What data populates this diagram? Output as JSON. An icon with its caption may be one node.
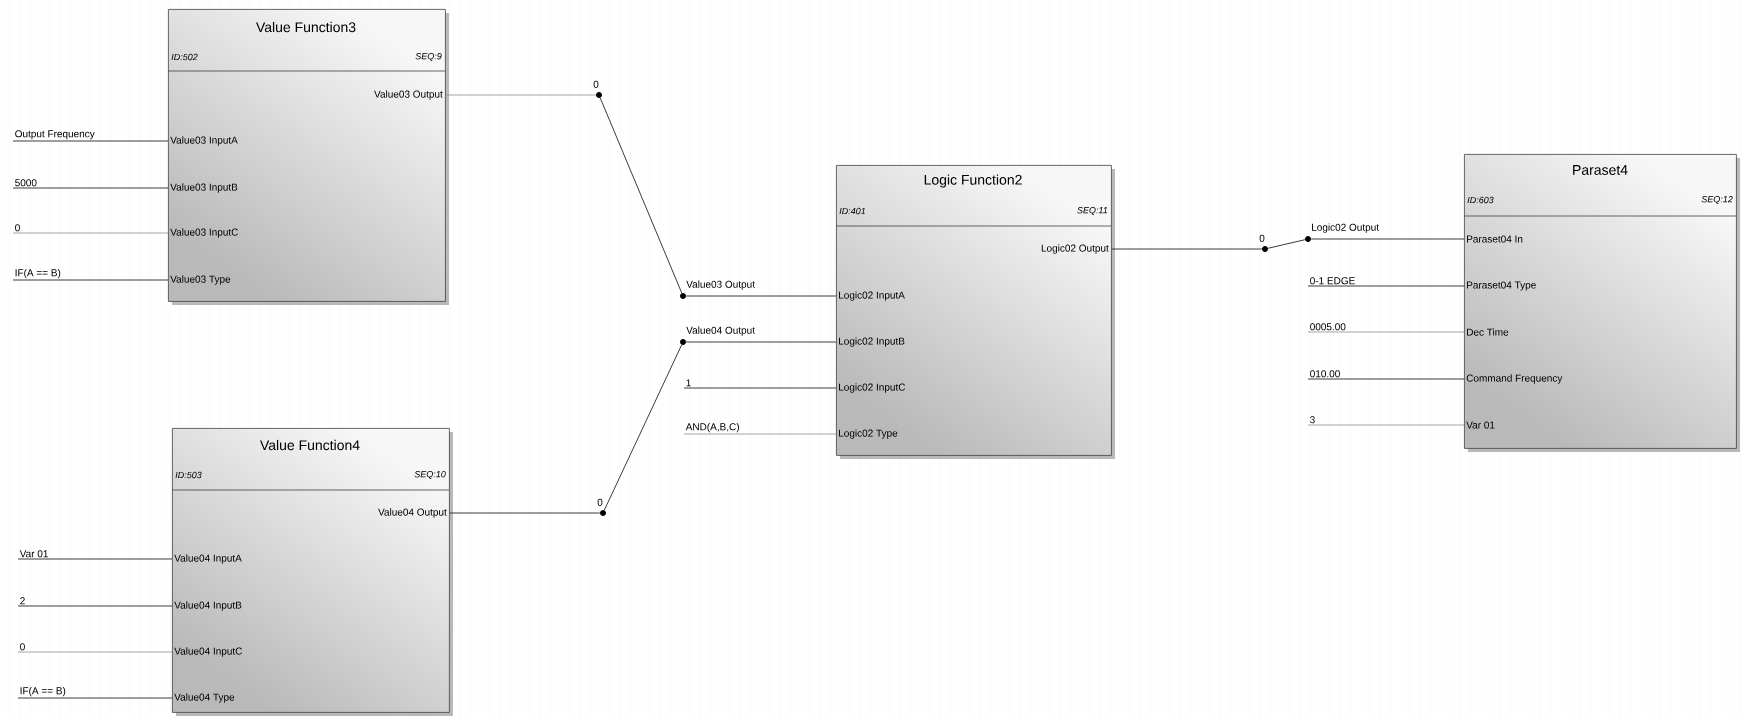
{
  "diagram": {
    "nodes": [
      {
        "text": [
          "Value Function3",
          "ID:502",
          "SEQ:9",
          "Value03 Output",
          "Value03 InputA",
          "Value03 InputB",
          "Value03 InputC",
          "Value03 Type"
        ]
      },
      {
        "text": [
          "Output Frequency"
        ]
      },
      {
        "text": [
          "5000"
        ]
      },
      {
        "text": [
          "0"
        ]
      },
      {
        "text": [
          "IF(A == B)"
        ]
      },
      {
        "text": [
          "Value Function4",
          "ID:503",
          "SEQ:10",
          "Value04 Output",
          "Value04 InputA",
          "Value04 InputB",
          "Value04 InputC",
          "Value04 Type"
        ]
      },
      {
        "text": [
          "Var 01"
        ]
      },
      {
        "text": [
          "2"
        ]
      },
      {
        "text": [
          "0"
        ]
      },
      {
        "text": [
          "IF(A == B)"
        ]
      },
      {
        "text": [],
        "shape": "circle",
        "beside": [
          "0"
        ]
      },
      {
        "text": [],
        "shape": "circle",
        "beside": [
          "0"
        ]
      },
      {
        "text": [],
        "shape": "circle",
        "beside": [
          "Value03 Output"
        ]
      },
      {
        "text": [],
        "shape": "circle",
        "beside": [
          "Value04 Output"
        ]
      },
      {
        "text": [
          "Logic Function2",
          "ID:401",
          "SEQ:11",
          "Logic02 Output",
          "Logic02 InputA",
          "Logic02 InputB",
          "Logic02 InputC",
          "Logic02 Type"
        ]
      },
      {
        "text": [
          "1"
        ]
      },
      {
        "text": [
          "AND(A,B,C)"
        ]
      },
      {
        "text": [],
        "shape": "circle",
        "beside": [
          "0"
        ]
      },
      {
        "text": [],
        "shape": "circle",
        "beside": [
          "Logic02 Output"
        ]
      },
      {
        "text": [
          "Paraset4",
          "ID:603",
          "SEQ:12",
          "Paraset04 In",
          "Paraset04 Type",
          "Dec Time",
          "Command Frequency",
          "Var 01"
        ]
      },
      {
        "text": [
          "0-1 EDGE"
        ]
      },
      {
        "text": [
          "0005.00"
        ]
      },
      {
        "text": [
          "010.00"
        ]
      },
      {
        "text": [
          "3"
        ]
      }
    ],
    "edges": [
      {
        "from": 1,
        "to": 0,
        "arrow": "none"
      },
      {
        "from": 2,
        "to": 0,
        "arrow": "none"
      },
      {
        "from": 3,
        "to": 0,
        "arrow": "none",
        "color": "#9a9a9a"
      },
      {
        "from": 4,
        "to": 0,
        "arrow": "none"
      },
      {
        "from": 6,
        "to": 5,
        "arrow": "none"
      },
      {
        "from": 7,
        "to": 5,
        "arrow": "none"
      },
      {
        "from": 8,
        "to": 5,
        "arrow": "none",
        "color": "#9a9a9a"
      },
      {
        "from": 9,
        "to": 5,
        "arrow": "none"
      },
      {
        "from": 0,
        "to": 10,
        "arrow": "none",
        "color": "#9a9a9a"
      },
      {
        "from": 10,
        "to": 12,
        "arrow": "none"
      },
      {
        "from": 12,
        "to": 14,
        "arrow": "none"
      },
      {
        "from": 5,
        "to": 11,
        "arrow": "none"
      },
      {
        "from": 11,
        "to": 13,
        "arrow": "none"
      },
      {
        "from": 13,
        "to": 14,
        "arrow": "none"
      },
      {
        "from": 15,
        "to": 14,
        "arrow": "none"
      },
      {
        "from": 16,
        "to": 14,
        "arrow": "none",
        "color": "#9a9a9a"
      },
      {
        "from": 14,
        "to": 17,
        "arrow": "none"
      },
      {
        "from": 17,
        "to": 18,
        "arrow": "none"
      },
      {
        "from": 18,
        "to": 19,
        "arrow": "none"
      },
      {
        "from": 20,
        "to": 19,
        "arrow": "none"
      },
      {
        "from": 21,
        "to": 19,
        "arrow": "none",
        "color": "#9a9a9a"
      },
      {
        "from": 22,
        "to": 19,
        "arrow": "none"
      },
      {
        "from": 23,
        "to": 19,
        "arrow": "none",
        "color": "#9a9a9a"
      }
    ]
  }
}
